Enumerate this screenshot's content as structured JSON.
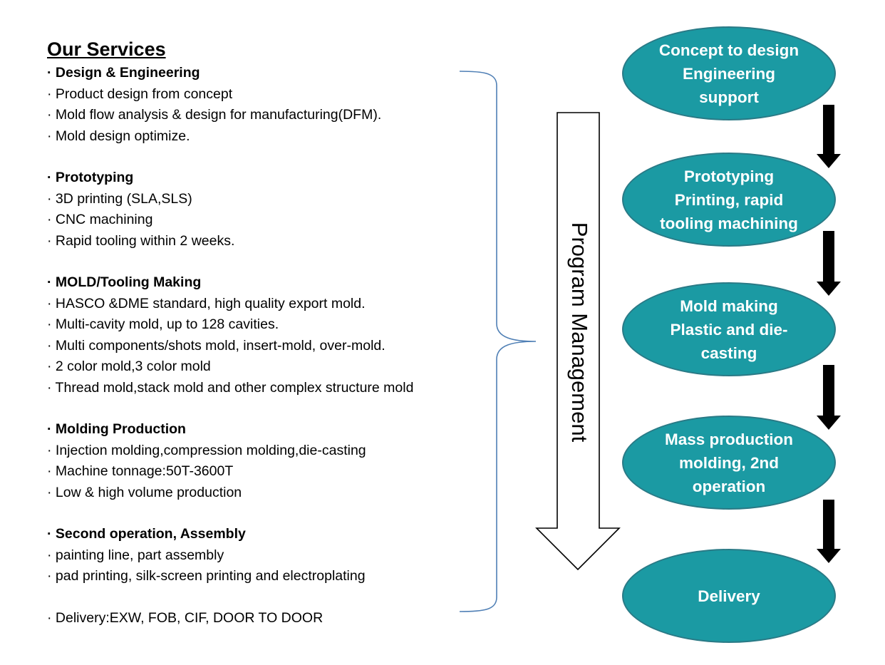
{
  "services": {
    "title": "Our Services",
    "groups": [
      {
        "heading": "· Design & Engineering",
        "items": [
          "· Product design from concept",
          "· Mold flow analysis & design for manufacturing(DFM).",
          "· Mold design optimize."
        ]
      },
      {
        "heading": "· Prototyping",
        "items": [
          "· 3D printing (SLA,SLS)",
          "· CNC machining",
          "· Rapid tooling within 2 weeks."
        ]
      },
      {
        "heading": "· MOLD/Tooling Making",
        "items": [
          "· HASCO &DME standard, high quality export mold.",
          "· Multi-cavity mold, up to 128 cavities.",
          "· Multi components/shots mold, insert-mold, over-mold.",
          "· 2 color mold,3 color mold",
          "· Thread mold,stack mold and other complex structure mold"
        ]
      },
      {
        "heading": "· Molding Production",
        "items": [
          "· Injection molding,compression molding,die-casting",
          "· Machine tonnage:50T-3600T",
          "· Low & high volume production"
        ]
      },
      {
        "heading": "· Second operation, Assembly",
        "items": [
          "· painting line, part  assembly",
          "· pad printing, silk-screen printing and electroplating"
        ]
      }
    ],
    "footer": "· Delivery:EXW, FOB, CIF, DOOR TO DOOR"
  },
  "program_management": {
    "label": "Program Management"
  },
  "flow": {
    "fill_color": "#1b9aa3",
    "stroke_color": "#2a7a86",
    "steps": [
      {
        "lines": [
          "Concept to design",
          "Engineering",
          "support"
        ]
      },
      {
        "lines": [
          "Prototyping",
          "Printing, rapid",
          "tooling machining"
        ]
      },
      {
        "lines": [
          "Mold making",
          "Plastic and die-",
          "casting"
        ]
      },
      {
        "lines": [
          "Mass production",
          "molding, 2nd",
          "operation"
        ]
      },
      {
        "lines": [
          "Delivery"
        ]
      }
    ]
  }
}
